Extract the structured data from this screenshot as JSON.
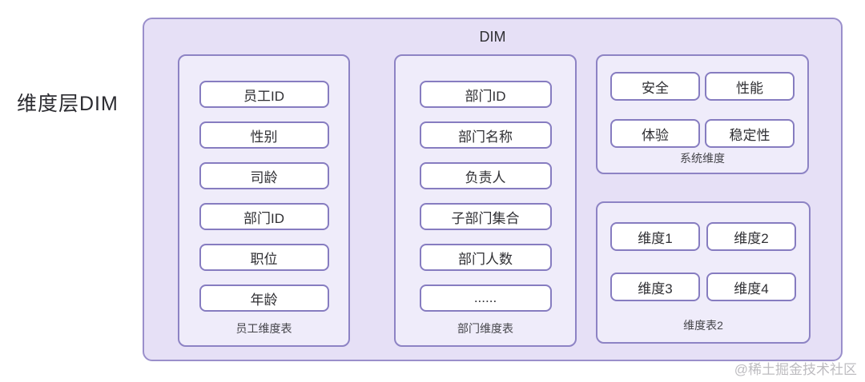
{
  "page": {
    "side_label": "维度层DIM",
    "watermark": "@稀土掘金技术社区"
  },
  "dim_container": {
    "title": "DIM"
  },
  "tables": [
    {
      "caption": "员工维度表",
      "fields": [
        "员工ID",
        "性别",
        "司龄",
        "部门ID",
        "职位",
        "年龄"
      ]
    },
    {
      "caption": "部门维度表",
      "fields": [
        "部门ID",
        "部门名称",
        "负责人",
        "子部门集合",
        "部门人数",
        "......"
      ]
    },
    {
      "caption": "系统维度",
      "fields": [
        "安全",
        "性能",
        "体验",
        "稳定性"
      ]
    },
    {
      "caption": "维度表2",
      "fields": [
        "维度1",
        "维度2",
        "维度3",
        "维度4"
      ]
    }
  ],
  "colors": {
    "outer_fill": "#e6e0f6",
    "outer_border": "#9a8fcb",
    "panel_fill": "#efecfa",
    "panel_border": "#8d83c4",
    "box_fill": "#ffffff",
    "box_border": "#867cc0",
    "text": "#2f2f33",
    "caption": "#45454a",
    "watermark": "#bdbcc0"
  }
}
